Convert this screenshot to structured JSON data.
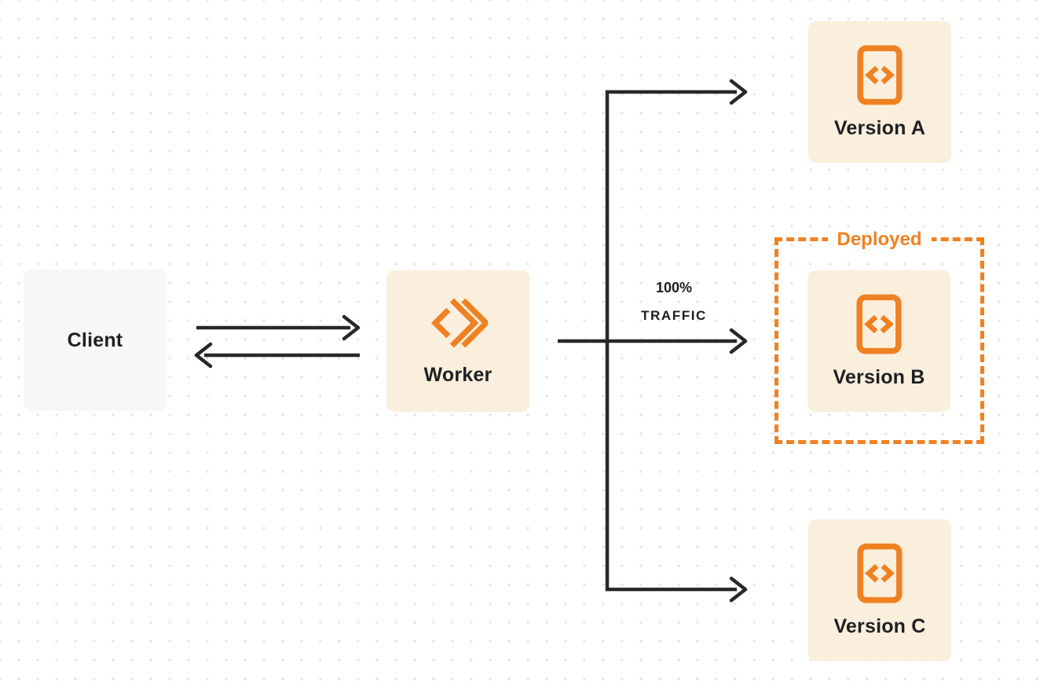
{
  "diagram_title": "worker-version-routing",
  "client": {
    "label": "Client"
  },
  "worker": {
    "label": "Worker",
    "icon": "workers-logo-icon"
  },
  "routing": {
    "traffic_line1": "100%",
    "traffic_line2": "TRAFFIC"
  },
  "deployed_badge": {
    "label": "Deployed"
  },
  "versions": [
    {
      "label": "Version A",
      "icon": "code-file-icon",
      "deployed": false
    },
    {
      "label": "Version B",
      "icon": "code-file-icon",
      "deployed": true
    },
    {
      "label": "Version C",
      "icon": "code-file-icon",
      "deployed": false
    }
  ],
  "colors": {
    "accent_orange": "#ef8122",
    "node_cream": "#faeedd",
    "client_gray": "#f6f7f8",
    "arrow_dark": "#282828",
    "text_dark": "#1f2022",
    "dot_grid": "#e3e3e3"
  }
}
